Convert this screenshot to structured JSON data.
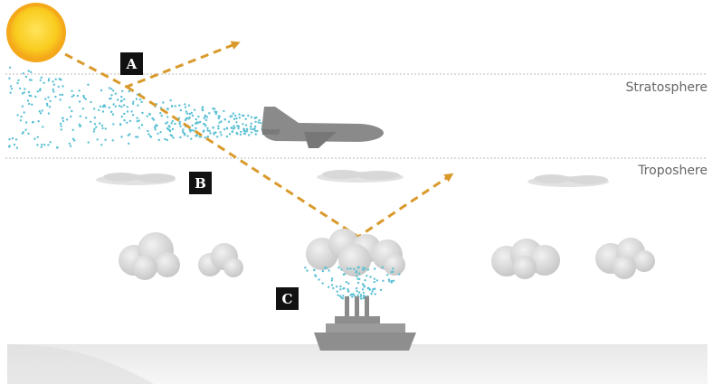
{
  "layers": {
    "stratosphere_label": "Stratosphere",
    "troposphere_label": "Troposhere"
  },
  "markers": [
    {
      "id": "A",
      "label": "A"
    },
    {
      "id": "B",
      "label": "B"
    },
    {
      "id": "C",
      "label": "C"
    }
  ],
  "colors": {
    "sun": "#f7c51e",
    "sun_edge": "#f4a81a",
    "ray_arrow": "#d99a2b",
    "aerosol_particles": "#5bc0d4",
    "layer_boundary": "#b9b9b9",
    "cloud": "#cfcfcf",
    "aircraft": "#8a8a8a",
    "ship": "#8e8e8e",
    "ground": "#eeeeee",
    "badge_bg": "#111111"
  },
  "icons": {
    "sun": "sun-icon",
    "aircraft": "airplane-icon",
    "ship": "ship-icon",
    "cloud": "cloud-icon"
  }
}
